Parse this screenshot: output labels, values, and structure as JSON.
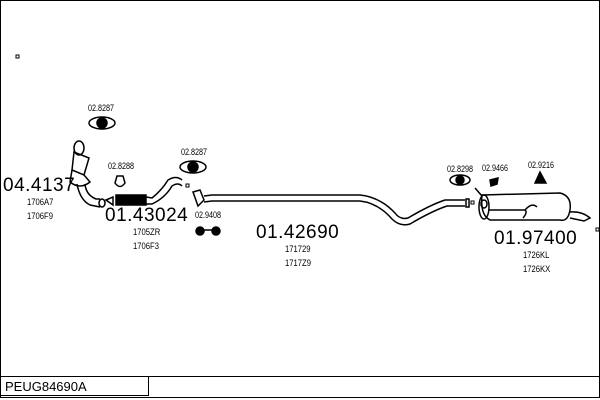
{
  "diagram_code": "PEUG84690A",
  "parts": [
    {
      "number": "04.4137",
      "refs": [
        "1706A7",
        "1706F9"
      ]
    },
    {
      "number": "01.43024",
      "refs": [
        "1705ZR",
        "1706F3"
      ]
    },
    {
      "number": "01.42690",
      "refs": [
        "171729",
        "1717Z9"
      ]
    },
    {
      "number": "01.97400",
      "refs": [
        "1726KL",
        "1726KX"
      ]
    }
  ],
  "accessories": [
    "02.8287",
    "02.8288",
    "02.8287",
    "02.9408",
    "02.8298",
    "02.9466",
    "02.9216"
  ]
}
